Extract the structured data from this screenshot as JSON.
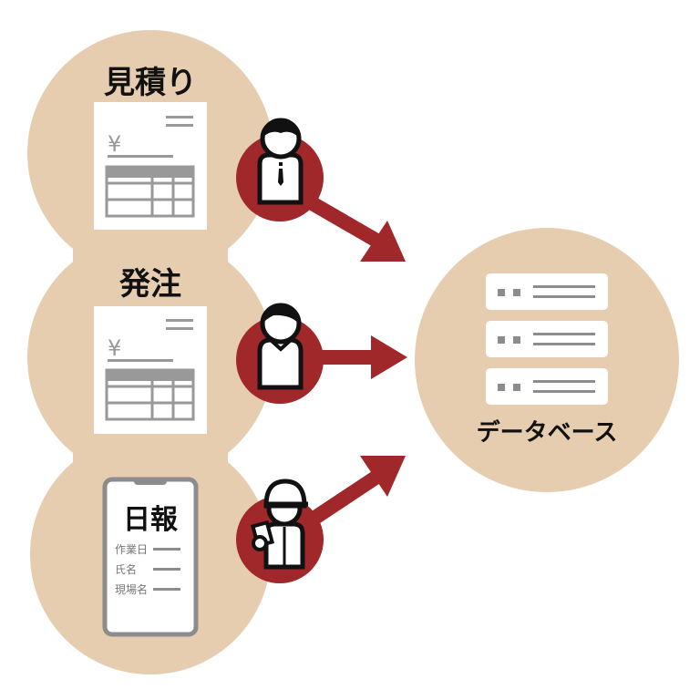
{
  "colors": {
    "beige": "#e6cdb0",
    "red": "#a0272a",
    "gray": "#8c8c8c",
    "black": "#111111"
  },
  "documents": [
    {
      "title": "見積り",
      "currency_symbol": "¥",
      "icon": "invoice-document-icon"
    },
    {
      "title": "発注",
      "currency_symbol": "¥",
      "icon": "invoice-document-icon"
    }
  ],
  "daily_report": {
    "title": "日報",
    "fields": [
      "作業日",
      "氏名",
      "現場名"
    ],
    "icon": "smartphone-icon"
  },
  "people": [
    {
      "icon": "businessman-icon"
    },
    {
      "icon": "office-worker-icon"
    },
    {
      "icon": "construction-worker-icon"
    }
  ],
  "database": {
    "label": "データベース",
    "icon": "server-list-icon"
  }
}
